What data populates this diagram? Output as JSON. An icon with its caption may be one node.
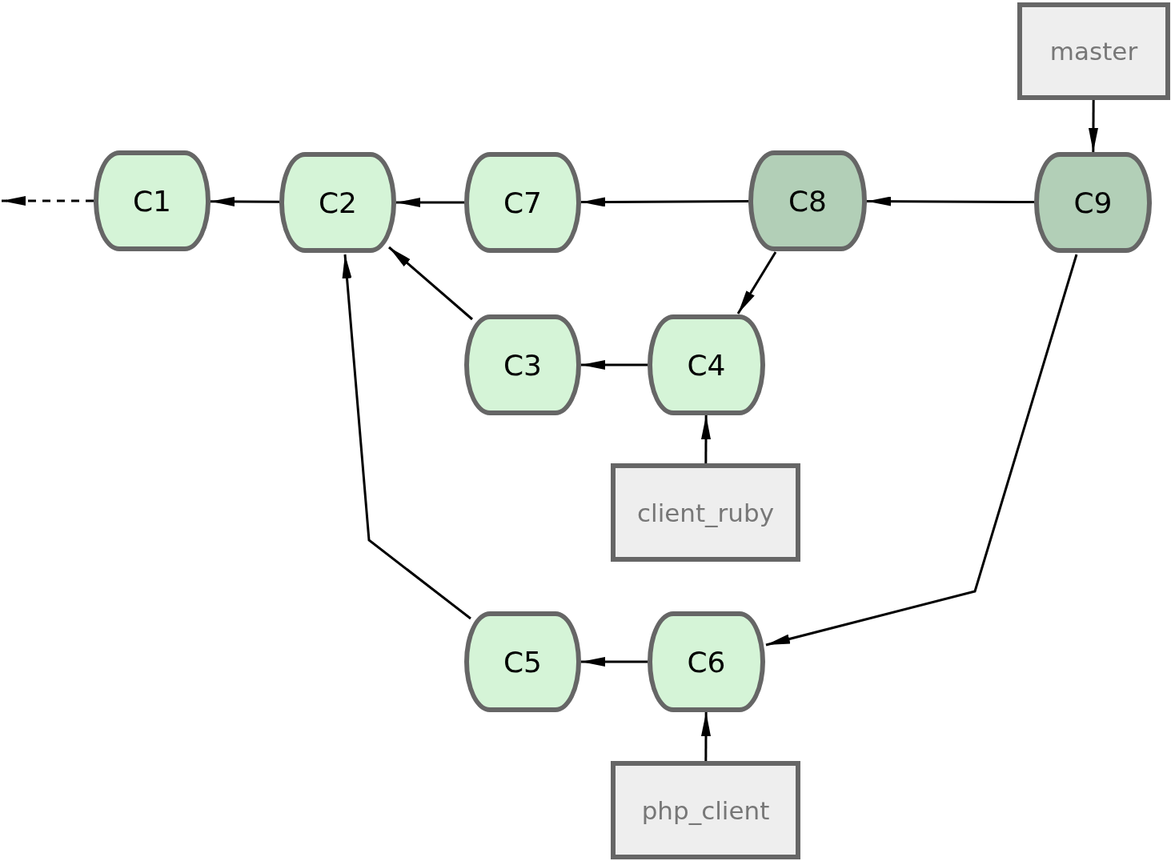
{
  "diagram": {
    "nodes": [
      {
        "text": [
          "master"
        ]
      },
      {
        "text": [
          "C1"
        ]
      },
      {
        "text": [
          "C2"
        ]
      },
      {
        "text": [
          "C7"
        ]
      },
      {
        "text": [
          "C8"
        ]
      },
      {
        "text": [
          "C9"
        ]
      },
      {
        "text": [
          "C3"
        ]
      },
      {
        "text": [
          "C4"
        ]
      },
      {
        "text": [
          "client_ruby"
        ]
      },
      {
        "text": [
          "C5"
        ]
      },
      {
        "text": [
          "C6"
        ]
      },
      {
        "text": [
          "php_client"
        ]
      }
    ],
    "edges": [
      {
        "from": 1,
        "to": null,
        "arrow": "to",
        "style": "dashed"
      },
      {
        "from": 2,
        "to": 1,
        "arrow": "to"
      },
      {
        "from": 3,
        "to": 2,
        "arrow": "to"
      },
      {
        "from": 4,
        "to": 3,
        "arrow": "to"
      },
      {
        "from": 5,
        "to": 4,
        "arrow": "to"
      },
      {
        "from": 0,
        "to": 5,
        "arrow": "to"
      },
      {
        "from": 4,
        "to": 7,
        "arrow": "to"
      },
      {
        "from": 6,
        "to": 2,
        "arrow": "to"
      },
      {
        "from": 7,
        "to": 6,
        "arrow": "to"
      },
      {
        "from": 8,
        "to": 7,
        "arrow": "to"
      },
      {
        "from": 9,
        "to": 2,
        "arrow": "to"
      },
      {
        "from": 10,
        "to": 9,
        "arrow": "to"
      },
      {
        "from": 5,
        "to": 10,
        "arrow": "to"
      },
      {
        "from": 11,
        "to": 10,
        "arrow": "to"
      }
    ]
  }
}
